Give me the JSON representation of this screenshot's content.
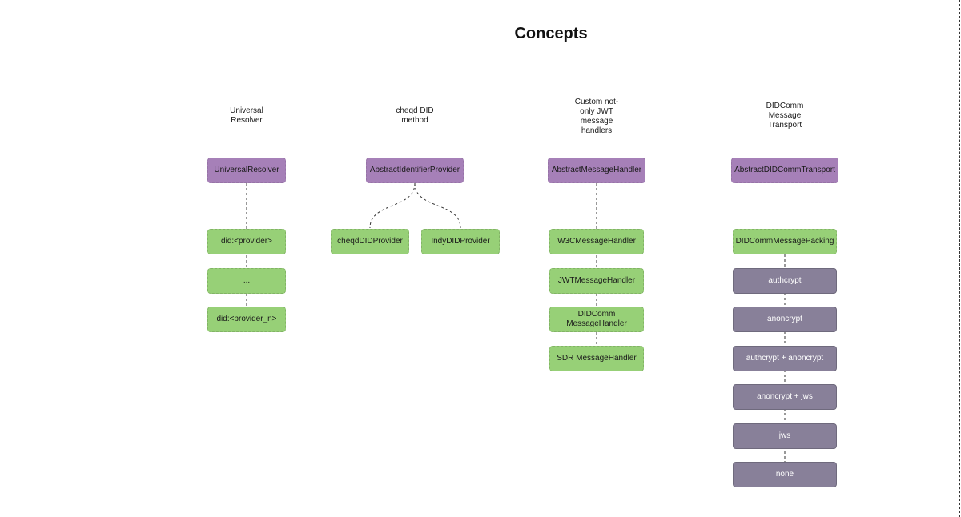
{
  "title": "Concepts",
  "columns": {
    "universal_resolver": {
      "label_lines": [
        "Universal",
        "Resolver"
      ],
      "base": "UniversalResolver",
      "items": [
        "did:<provider>",
        "...",
        "did:<provider_n>"
      ]
    },
    "cheqd": {
      "label_lines": [
        "cheqd DID",
        "method"
      ],
      "base": "AbstractIdentifierProvider",
      "items": [
        "cheqdDIDProvider",
        "IndyDIDProvider"
      ]
    },
    "handlers": {
      "label_lines": [
        "Custom not-",
        "only JWT",
        "message",
        "handlers"
      ],
      "base": "AbstractMessageHandler",
      "items": [
        "W3CMessageHandler",
        "JWTMessageHandler",
        "DIDComm MessageHandler",
        "SDR MessageHandler"
      ]
    },
    "didcomm": {
      "label_lines": [
        "DIDComm",
        "Message",
        "Transport"
      ],
      "base": "AbstractDIDCommTransport",
      "packing": "DIDCommMessagePacking",
      "modes": [
        "authcrypt",
        "anoncrypt",
        "authcrypt + anoncrypt",
        "anoncrypt + jws",
        "jws",
        "none"
      ]
    }
  },
  "colors": {
    "abstract_fill": "#a680b8",
    "abstract_stroke": "#9673a6",
    "implementation_fill": "#97d077",
    "implementation_stroke": "#82b366",
    "packing_mode_fill": "#888099",
    "connector": "#333333"
  }
}
